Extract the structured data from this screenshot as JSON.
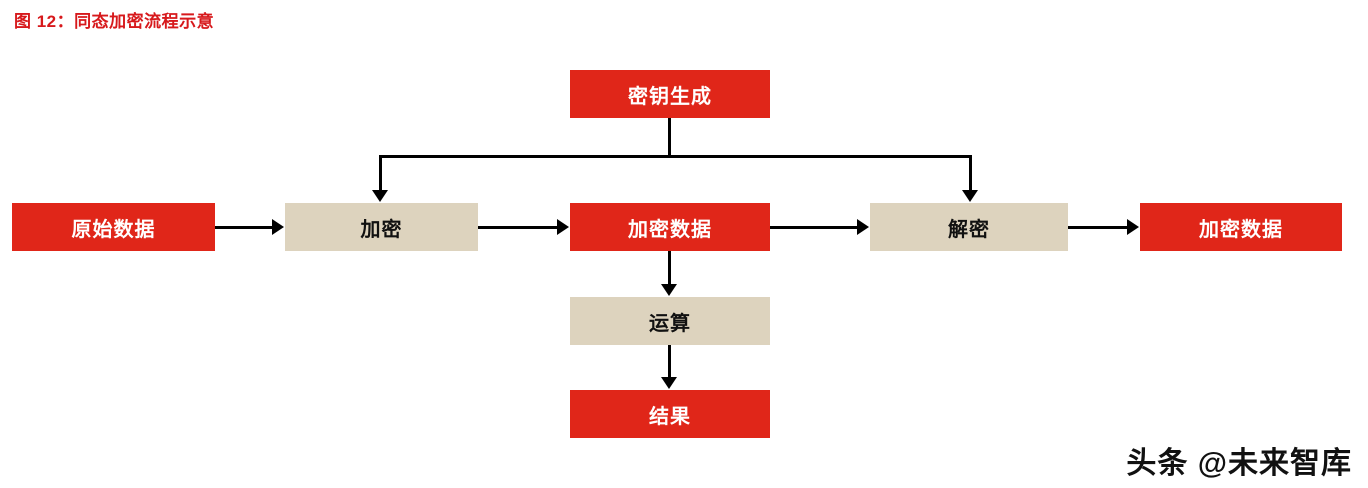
{
  "figure": {
    "title": "图 12：同态加密流程示意"
  },
  "watermark": "头条 @未来智库",
  "colors": {
    "red_box": "#e02619",
    "tan_box": "#ddd3be",
    "title_red": "#d7191c",
    "line": "#000000"
  },
  "nodes": {
    "key_generation": "密钥生成",
    "original_data": "原始数据",
    "encrypt": "加密",
    "encrypted_data_center": "加密数据",
    "decrypt": "解密",
    "encrypted_data_right": "加密数据",
    "compute": "运算",
    "result": "结果"
  }
}
